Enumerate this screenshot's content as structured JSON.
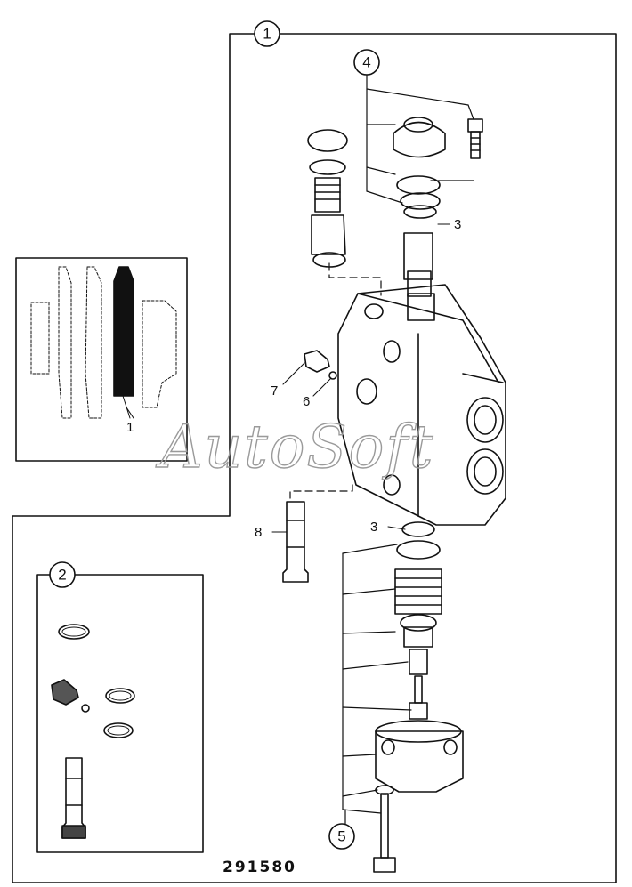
{
  "callouts": {
    "c1": "1",
    "c2": "2",
    "c4": "4",
    "c5": "5"
  },
  "labels": {
    "l3a": "3",
    "l3b": "3",
    "l6": "6",
    "l7": "7",
    "l8": "8",
    "inset1": "1"
  },
  "drawing_number": "291580",
  "watermark": "AutoSoft"
}
